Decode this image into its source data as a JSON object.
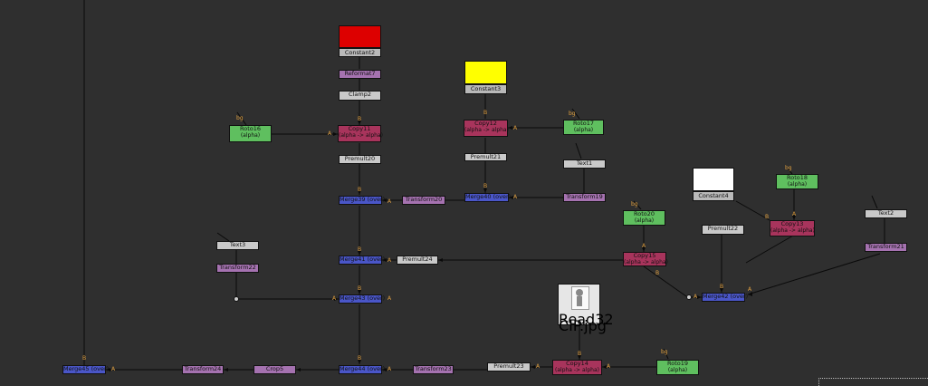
{
  "nodes": {
    "constant2": "Constant2",
    "reformat7": "Reformat7",
    "clamp2": "Clamp2",
    "copy11": "Copy11",
    "copy11_sub": "(alpha -> alpha)",
    "premult20": "Premult20",
    "roto16": "Roto16",
    "roto16_sub": "(alpha)",
    "merge39": "Merge39 (over)",
    "transform20": "Transform20",
    "constant3": "Constant3",
    "copy12": "Copy12",
    "copy12_sub": "(alpha -> alpha)",
    "roto17": "Roto17",
    "roto17_sub": "(alpha)",
    "premult21": "Premult21",
    "text1": "Text1",
    "merge40": "Merge40 (over)",
    "transform19": "Transform19",
    "roto20": "Roto20",
    "roto20_sub": "(alpha)",
    "constant4": "Constant4",
    "roto18": "Roto18",
    "roto18_sub": "(alpha)",
    "copy13b": "Copy13",
    "copy13b_sub": "(alpha -> alpha)",
    "premult22": "Premult22",
    "text2": "Text2",
    "transform21": "Transform21",
    "text3": "Text3",
    "transform22": "Transform22",
    "merge41": "Merge41 (over)",
    "premult24": "Premult24",
    "copy15": "Copy15",
    "copy15_sub": "(alpha -> alpha)",
    "merge42": "Merge42 (over)",
    "merge43": "Merge43 (over)",
    "read32": "Read32",
    "read32_sub": "CIP.jpg",
    "merge45": "Merge45 (over)",
    "transform24": "Transform24",
    "crop5": "Crop5",
    "merge44": "Merge44 (over)",
    "transform23": "Transform23",
    "premult23": "Premult23",
    "copy14": "Copy14",
    "copy14_sub": "(alpha -> alpha)",
    "roto19": "Roto19",
    "roto19_sub": "(alpha)"
  },
  "pins": {
    "a": "A",
    "b": "B",
    "bg": "bg"
  },
  "colors": {
    "background": "#2f2f2f",
    "merge": "#4a56c8",
    "copy": "#a8345c",
    "roto": "#5fbf5f",
    "transform": "#a572b0",
    "grey_node": "#c9c9c9",
    "constant2_swatch": "#dd0000",
    "constant3_swatch": "#ffff00",
    "constant4_swatch": "#ffffff",
    "pin": "#e0a040"
  }
}
